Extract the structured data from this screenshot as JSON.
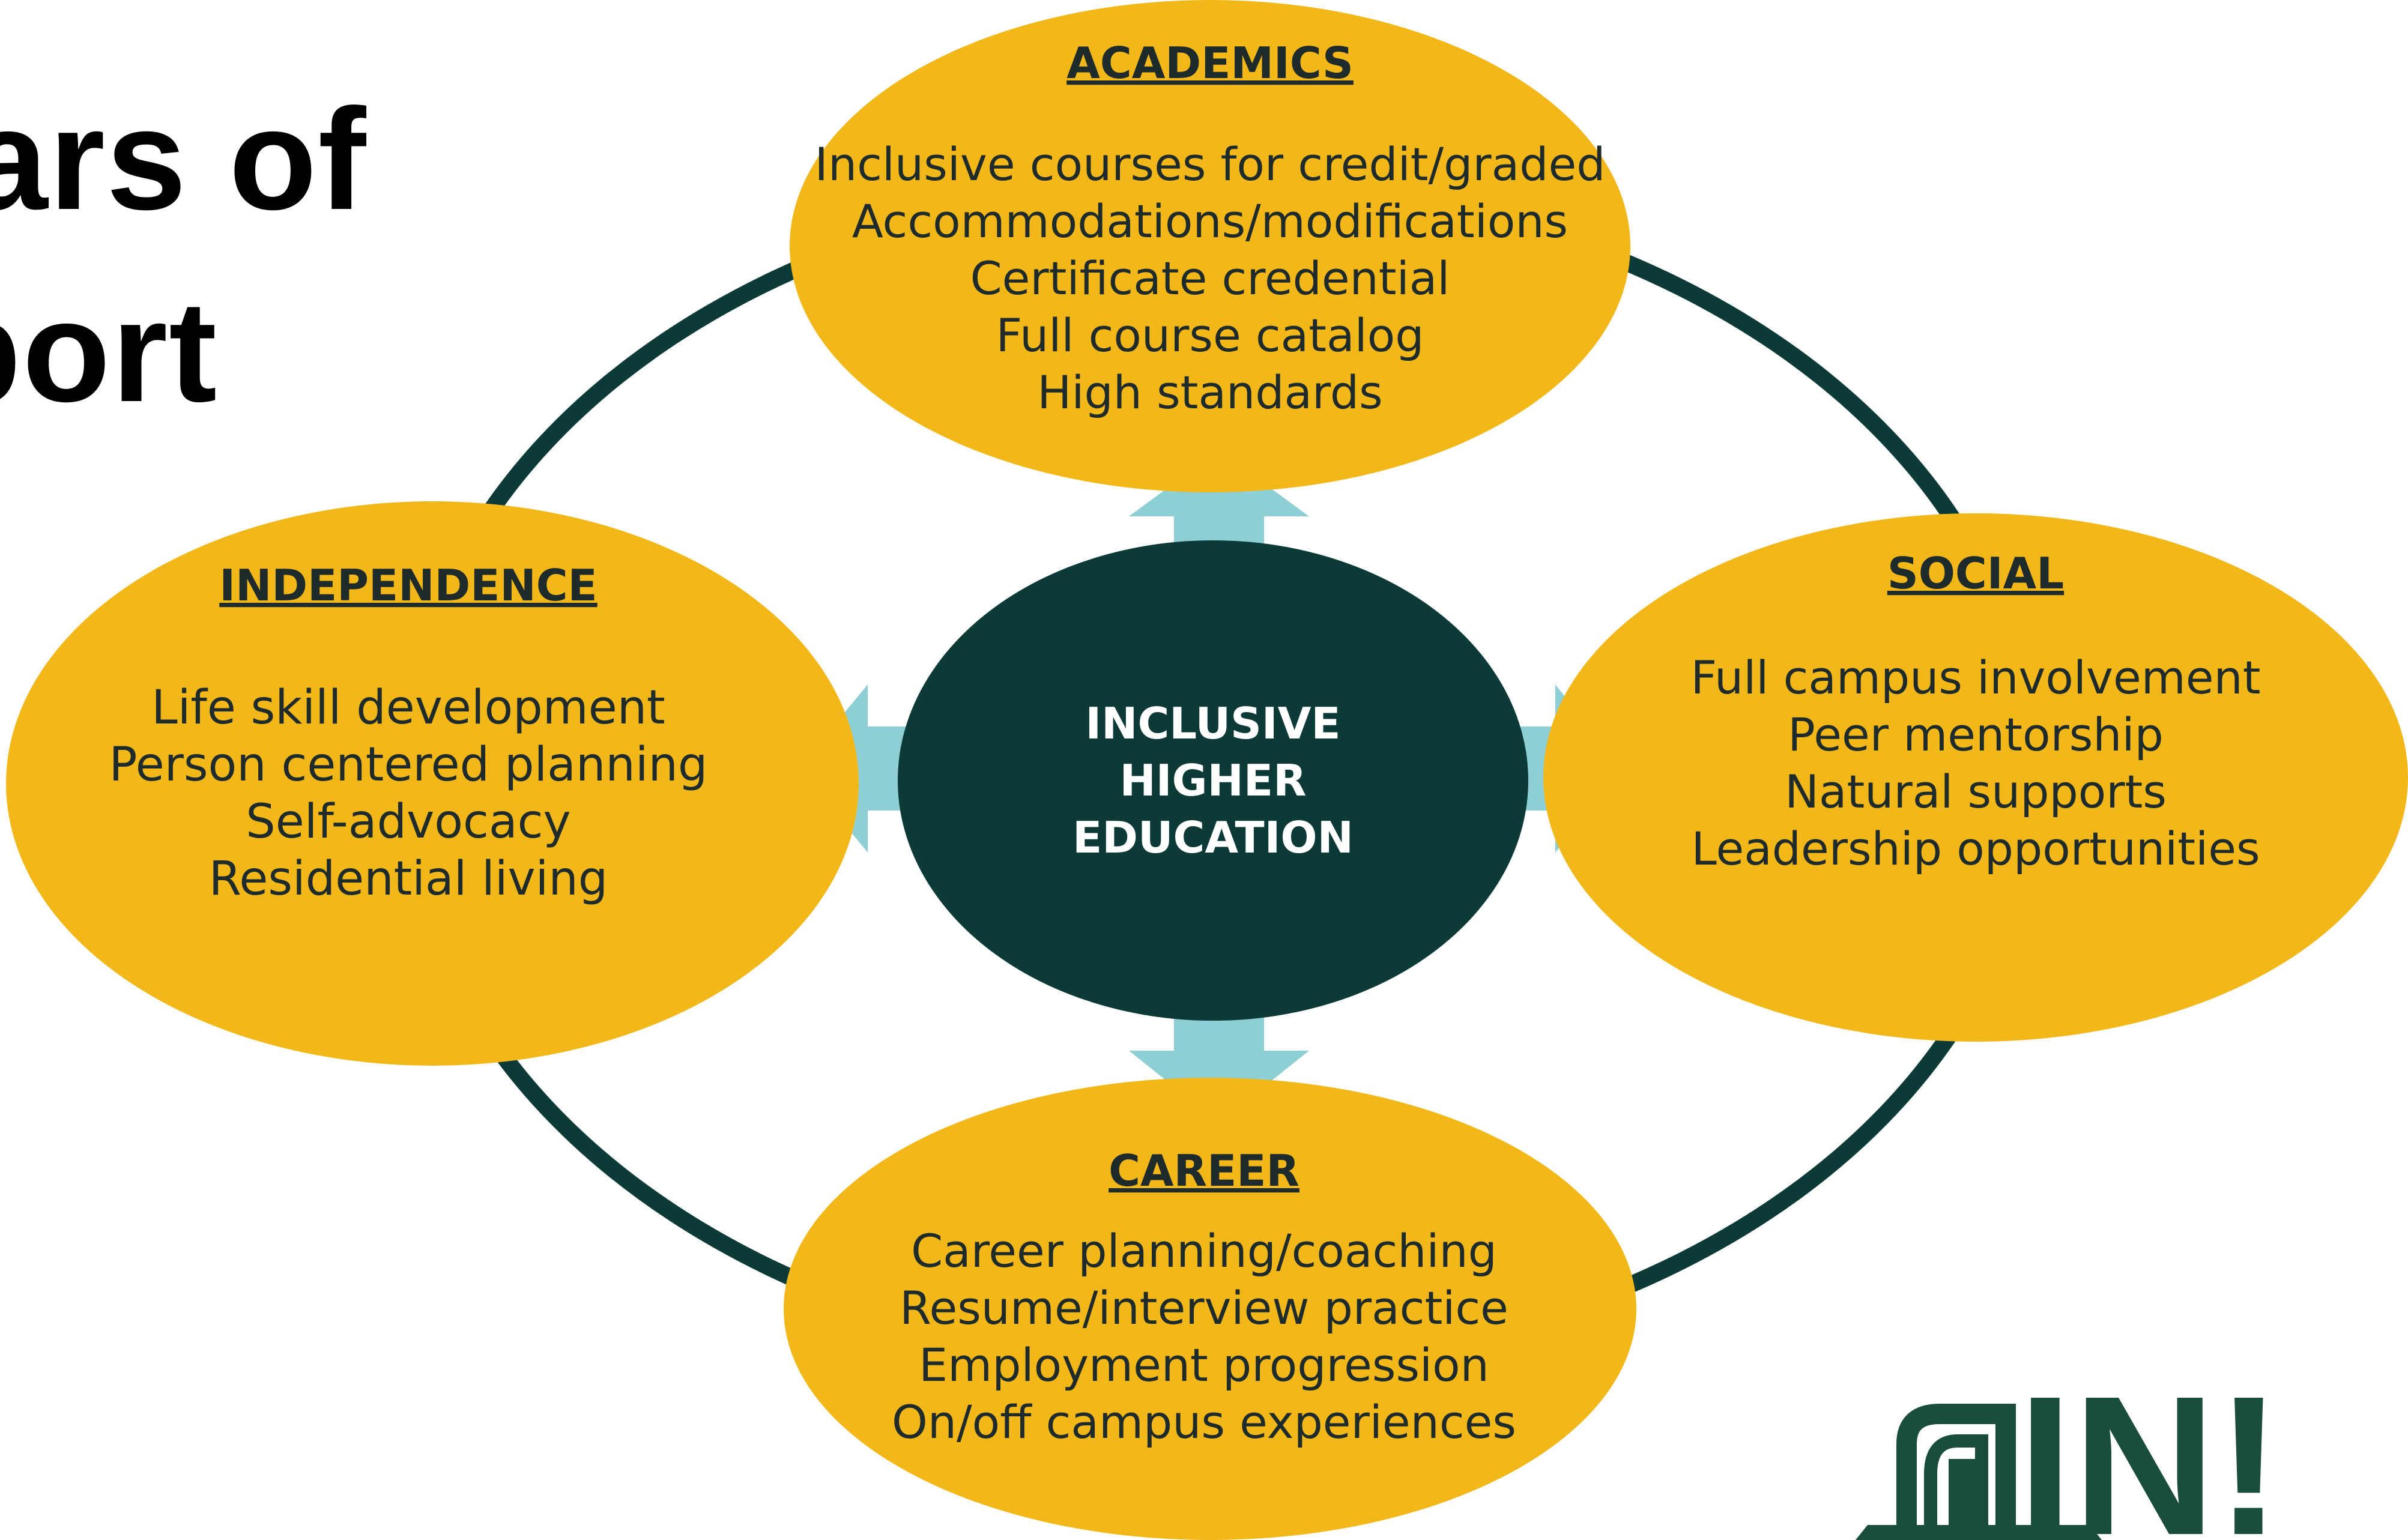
{
  "title": {
    "line1": "illars of",
    "line2": "pport"
  },
  "colors": {
    "pillar_fill": "#f2b81a",
    "center_fill": "#0b3a37",
    "ring": "#0b3a37",
    "arrow": "#8ecfd6",
    "pillar_text": "#1f2a2a",
    "center_text": "#ffffff",
    "logo": "#1b4d3e"
  },
  "diagram": {
    "center": {
      "lines": [
        "INCLUSIVE",
        "HIGHER",
        "EDUCATION"
      ]
    },
    "pillars": [
      {
        "id": "academics",
        "heading": "ACADEMICS",
        "items": [
          "Inclusive courses for credit/graded",
          "Accommodations/modifications",
          "Certificate credential",
          "Full course catalog",
          "High standards"
        ]
      },
      {
        "id": "independence",
        "heading": "INDEPENDENCE",
        "items": [
          "Life skill development",
          "Person centered planning",
          "Self-advocacy",
          "Residential living"
        ]
      },
      {
        "id": "social",
        "heading": "SOCIAL",
        "items": [
          "Full campus involvement",
          "Peer mentorship",
          "Natural supports",
          "Leadership opportunities"
        ]
      },
      {
        "id": "career",
        "heading": "CAREER",
        "items": [
          "Career planning/coaching",
          "Resume/interview practice",
          "Employment progression",
          "On/off campus experiences"
        ]
      }
    ]
  },
  "logo": {
    "text": "IN!",
    "icon": "building-door-icon"
  }
}
